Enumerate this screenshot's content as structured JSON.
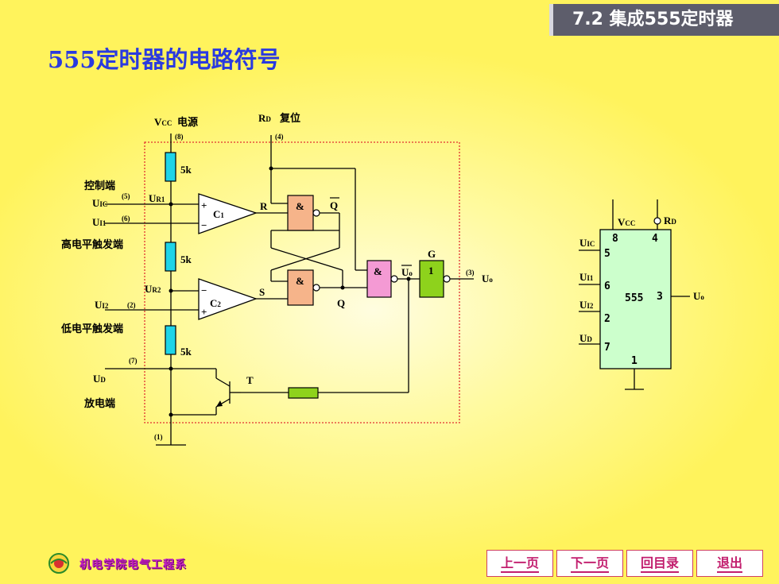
{
  "header": {
    "section_label": "7.2 集成555定时器"
  },
  "title": "555定时器的电路符号",
  "circuit": {
    "vcc_main": "V",
    "vcc_sub": "CC",
    "vcc_desc": "电源",
    "vcc_pin": "(8)",
    "rd_main": "R",
    "rd_sub": "D",
    "rd_desc": "复位",
    "rd_pin": "(4)",
    "ctrl_label": "控制端",
    "uic_main": "U",
    "uic_sub": "IC",
    "uic_pin": "(5)",
    "ur1_main": "U",
    "ur1_sub": "R1",
    "ui1_main": "U",
    "ui1_sub": "I1",
    "ui1_pin": "(6)",
    "high_trigger_label": "高电平触发端",
    "ur2_main": "U",
    "ur2_sub": "R2",
    "ui2_main": "U",
    "ui2_sub": "I2",
    "ui2_pin": "(2)",
    "low_trigger_label": "低电平触发端",
    "pin7": "(7)",
    "ud_main": "U",
    "ud_sub": "D",
    "discharge_label": "放电端",
    "pin1": "(1)",
    "resistor_label": "5k",
    "c1_main": "C",
    "c1_sub": "1",
    "c2_main": "C",
    "c2_sub": "2",
    "plus": "+",
    "minus": "−",
    "and_symbol": "&",
    "r_label": "R",
    "s_label": "S",
    "qbar_label": "Q",
    "q_label": "Q",
    "g_label": "G",
    "inv_label": "1",
    "uo_main": "U",
    "uo_sub": "o",
    "out_pin": "(3)",
    "t_label": "T"
  },
  "ic_symbol": {
    "name": "555",
    "vcc_main": "V",
    "vcc_sub": "CC",
    "rd_main": "R",
    "rd_sub": "D",
    "pin8": "8",
    "pin4": "4",
    "pin5": "5",
    "pin6": "6",
    "pin2": "2",
    "pin7": "7",
    "pin3": "3",
    "pin1": "1",
    "uic_main": "U",
    "uic_sub": "IC",
    "ui1_main": "U",
    "ui1_sub": "I1",
    "ui2_main": "U",
    "ui2_sub": "I2",
    "ud_main": "U",
    "ud_sub": "D",
    "uo_main": "U",
    "uo_sub": "o"
  },
  "footer": {
    "org": "机电学院电气工程系",
    "nav": {
      "prev": "上一页",
      "next": "下一页",
      "toc": "回目录",
      "exit": "退出"
    }
  },
  "colors": {
    "title": "#2a3adf",
    "header_bg": "#5d5d6b",
    "resistor": "#1ed4e8",
    "nand": "#f6b48a",
    "and_gate": "#f49ad4",
    "inverter": "#8ed21c",
    "ic_body": "#ccffcc",
    "dashed_box": "#e03030",
    "nav_text": "#c21e6e"
  }
}
